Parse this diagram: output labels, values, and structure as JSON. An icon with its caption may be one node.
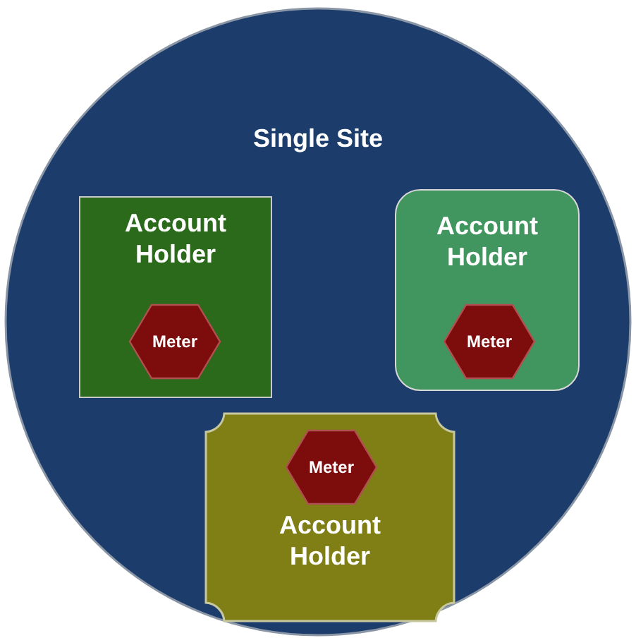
{
  "diagram": {
    "nodes": [
      {
        "text": [
          "Single Site"
        ]
      },
      {
        "text": [
          "Account Holder"
        ],
        "in": 0
      },
      {
        "text": [
          "Meter"
        ],
        "in": 1
      },
      {
        "text": [
          "Account Holder"
        ],
        "in": 0
      },
      {
        "text": [
          "Meter"
        ],
        "in": 3
      },
      {
        "text": [
          "Account Holder"
        ],
        "in": 0
      },
      {
        "text": [
          "Meter"
        ],
        "in": 5
      }
    ]
  }
}
